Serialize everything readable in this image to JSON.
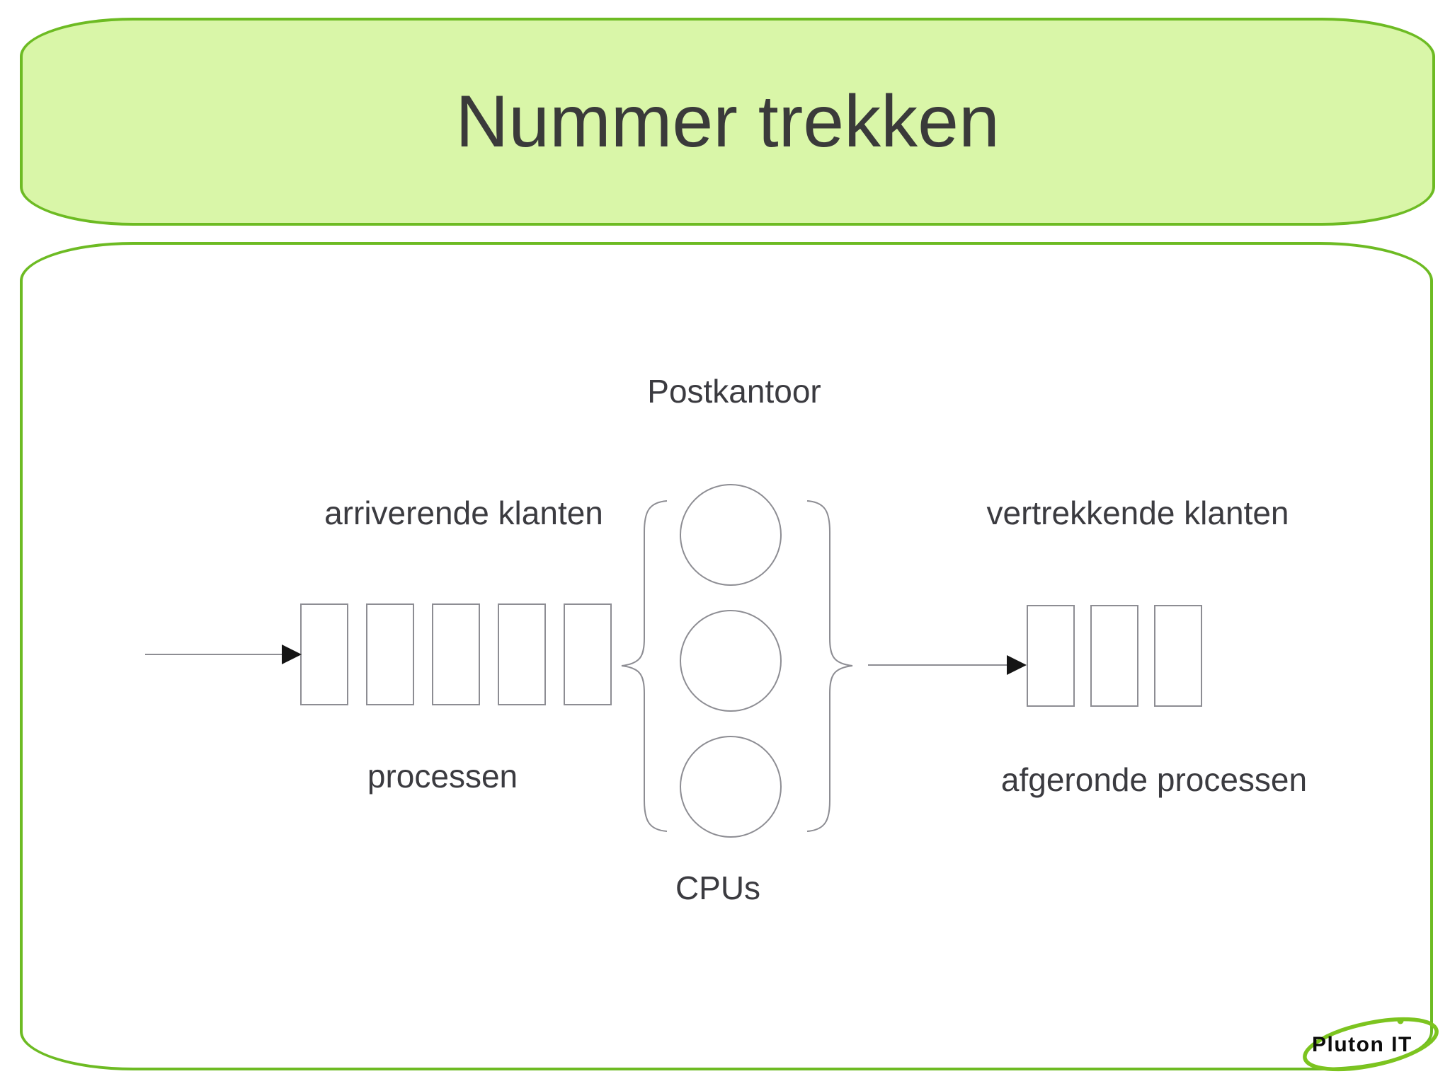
{
  "colors": {
    "background": "#ffffff",
    "border_green": "#6dbb23",
    "banner_fill": "#d9f6a8",
    "title_text": "#3a3a3a",
    "label_text": "#3b3b40",
    "diagram_stroke": "#8d8d93",
    "arrow_head": "#151515",
    "logo_green": "#7cc41f",
    "logo_text": "#0c0c0c"
  },
  "title_banner": {
    "title": "Nummer trekken"
  },
  "diagram": {
    "postkantoor_label": "Postkantoor",
    "arriving_label": "arriverende klanten",
    "departing_label": "vertrekkende klanten",
    "processes_label": "processen",
    "finished_label": "afgeronde processen",
    "cpus_label": "CPUs",
    "queue_in_count": 5,
    "cpu_count": 3,
    "queue_out_count": 3
  },
  "logo": {
    "text": "Pluton IT"
  }
}
